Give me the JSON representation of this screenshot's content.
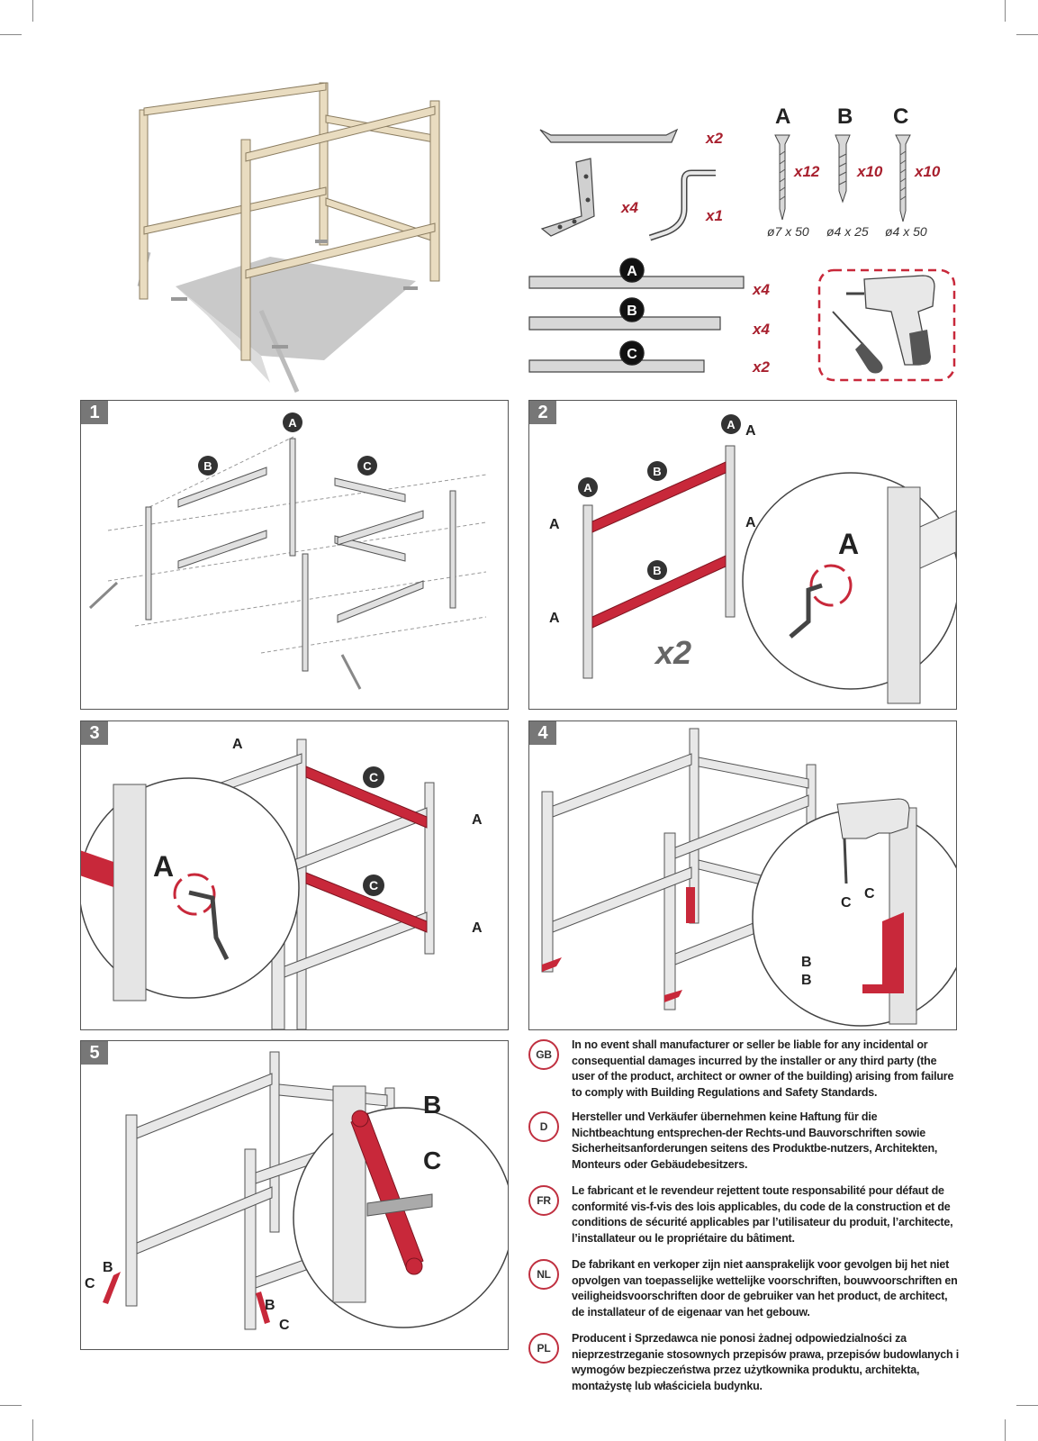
{
  "parts": {
    "hardware": [
      {
        "name": "flat-strap",
        "qty": "x2"
      },
      {
        "name": "corner-bracket",
        "qty": "x4"
      },
      {
        "name": "crank-handle",
        "qty": "x1"
      }
    ],
    "screws": [
      {
        "letter": "A",
        "qty": "x12",
        "size": "ø7 x 50"
      },
      {
        "letter": "B",
        "qty": "x10",
        "size": "ø4 x 25"
      },
      {
        "letter": "C",
        "qty": "x10",
        "size": "ø4 x 50"
      }
    ],
    "beams": [
      {
        "letter": "A",
        "qty": "x4"
      },
      {
        "letter": "B",
        "qty": "x4"
      },
      {
        "letter": "C",
        "qty": "x2"
      }
    ],
    "tools": [
      "drill-icon",
      "screwdriver-icon"
    ]
  },
  "steps": [
    {
      "number": "1",
      "labels": [
        "A",
        "B",
        "C"
      ]
    },
    {
      "number": "2",
      "labels": [
        "A",
        "B"
      ],
      "multiplier": "x2"
    },
    {
      "number": "3",
      "labels": [
        "A",
        "C"
      ]
    },
    {
      "number": "4",
      "labels": [
        "B",
        "C"
      ]
    },
    {
      "number": "5",
      "labels": [
        "B",
        "C"
      ]
    }
  ],
  "legal": [
    {
      "code": "GB",
      "text": "In no event shall manufacturer or seller be liable for any incidental or consequential damages incurred by the installer or any third party (the user of the product, architect or owner of the building) arising from failure to comply with Building Regulations and Safety Standards."
    },
    {
      "code": "D",
      "text": "Hersteller und Verkäufer übernehmen keine Haftung für die Nichtbeachtung entsprechen-der Rechts-und Bauvorschriften sowie Sicherheitsanforderungen seitens des Produktbe-nutzers, Architekten, Monteurs oder Gebäudebesitzers."
    },
    {
      "code": "FR",
      "text": "Le fabricant et le revendeur rejettent toute responsabilité pour défaut de conformité vis-f-vis des lois applicables, du code de la construction et de conditions de sécurité applicables par l’utilisateur du produit, l’architecte, l’installateur ou le propriétaire du bâtiment."
    },
    {
      "code": "NL",
      "text": "De fabrikant en verkoper zijn niet aansprakelijk voor gevolgen bij het niet opvolgen van toepasselijke wettelijke voorschriften, bouwvoorschriften en veiligheidsvoorschriften door de gebruiker van het product, de architect, de installateur of de eigenaar van het gebouw."
    },
    {
      "code": "PL",
      "text": "Producent i Sprzedawca nie ponosi żadnej odpowiedzialności za nieprzestrzeganie stosownych przepisów prawa, przepisów budowlanych i wymogów bezpieczeństwa przez użytkownika produktu, architekta, montażystę lub właściciela budynku."
    }
  ],
  "colors": {
    "accent_red": "#c8283a",
    "frame_wood": "#e9dcc0",
    "panel_border": "#555555",
    "step_badge": "#777777"
  }
}
